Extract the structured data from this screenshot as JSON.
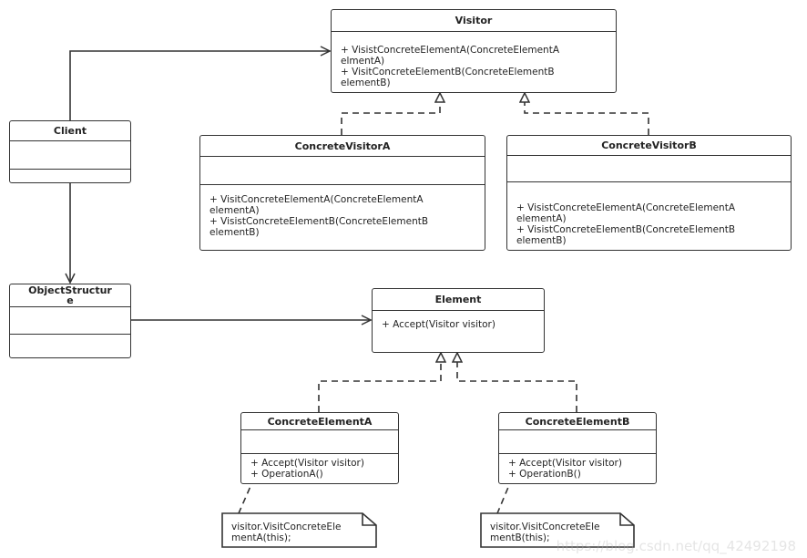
{
  "classes": {
    "visitor": {
      "name": "Visitor",
      "ops": "+ VisistConcreteElementA(ConcreteElementA\nelmentA)\n+ VisitConcreteElementB(ConcreteElementB\nelementB)"
    },
    "concrete_visitor_a": {
      "name": "ConcreteVisitorA",
      "ops": "+ VisitConcreteElementA(ConcreteElementA\nelementA)\n+ VisistConcreteElementB(ConcreteElementB\nelementB)"
    },
    "concrete_visitor_b": {
      "name": "ConcreteVisitorB",
      "ops": "+ VisistConcreteElementA(ConcreteElementA\nelementA)\n+ VisistConcreteElementB(ConcreteElementB\nelementB)"
    },
    "client": {
      "name": "Client"
    },
    "object_structure": {
      "name": "ObjectStructur\ne"
    },
    "element": {
      "name": "Element",
      "ops": "+ Accept(Visitor visitor)"
    },
    "concrete_element_a": {
      "name": "ConcreteElementA",
      "ops": "+ Accept(Visitor visitor)\n+ OperationA()"
    },
    "concrete_element_b": {
      "name": "ConcreteElementB",
      "ops": "+ Accept(Visitor visitor)\n+ OperationB()"
    }
  },
  "notes": {
    "a": "visitor.VisitConcreteEle\nmentA(this);",
    "b": "visitor.VisitConcreteEle\nmentB(this);"
  },
  "watermark": "https://blog.csdn.net/qq_42492198",
  "colors": {
    "line": "#333333",
    "background": "#ffffff"
  }
}
